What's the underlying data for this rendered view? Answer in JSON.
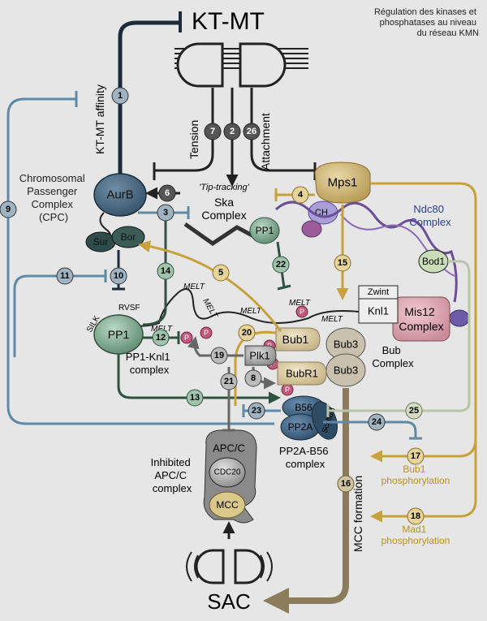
{
  "corner_title": [
    "Régulation des kinases et",
    "phosphatases au niveau",
    "du réseau KMN"
  ],
  "labels": {
    "kt_mt": "KT-MT",
    "kt_mt_affinity": "KT-MT affinity",
    "tension": "Tension",
    "attachment": "Attachment",
    "tip_tracking": "'Tip-tracking'",
    "ska": "Ska",
    "ska_complex": "Complex",
    "aurb": "AurB",
    "sur": "Sur",
    "bor": "Bor",
    "cpc": [
      "Chromosomal",
      "Passenger",
      "Complex",
      "(CPC)"
    ],
    "mps1": "Mps1",
    "ch": "CH",
    "ndc80": [
      "Ndc80",
      "Complex"
    ],
    "bod1": "Bod1",
    "zwint": "Zwint",
    "knl1": "Knl1",
    "mis12": [
      "Mis12",
      "Complex"
    ],
    "pp1": "PP1",
    "pp1_knl1": [
      "PP1-Knl1",
      "complex"
    ],
    "silk": "SILK",
    "rvsf": "RVSF",
    "melt": "MELT",
    "p": "P",
    "bub1": "Bub1",
    "bub3": "Bub3",
    "bub_complex": [
      "Bub",
      "Complex"
    ],
    "plk1": "Plk1",
    "bubr1": "BubR1",
    "b56": "B56",
    "pp2a": "PP2A",
    "scaffold": "Scaffold",
    "pp2a_b56": [
      "PP2A-B56",
      "complex"
    ],
    "apcc": "APC/C",
    "cdc20": "CDC20",
    "mcc": "MCC",
    "inhibited": [
      "Inhibited",
      "APC/C",
      "complex"
    ],
    "mcc_formation": "MCC formation",
    "bub1_phos": [
      "Bub1",
      "phosphorylation"
    ],
    "mad1_phos": [
      "Mad1",
      "phosphorylation"
    ],
    "sac": "SAC"
  },
  "pathways": [
    {
      "n": "1"
    },
    {
      "n": "2"
    },
    {
      "n": "3"
    },
    {
      "n": "4"
    },
    {
      "n": "5"
    },
    {
      "n": "6"
    },
    {
      "n": "7"
    },
    {
      "n": "8"
    },
    {
      "n": "9"
    },
    {
      "n": "10"
    },
    {
      "n": "11"
    },
    {
      "n": "12"
    },
    {
      "n": "13"
    },
    {
      "n": "14"
    },
    {
      "n": "15"
    },
    {
      "n": "16"
    },
    {
      "n": "17"
    },
    {
      "n": "18"
    },
    {
      "n": "19"
    },
    {
      "n": "20"
    },
    {
      "n": "21"
    },
    {
      "n": "22"
    },
    {
      "n": "23"
    },
    {
      "n": "24"
    },
    {
      "n": "25"
    },
    {
      "n": "26"
    }
  ],
  "colors": {
    "background": "#e6e6e6",
    "navy": "#1c2b3a",
    "steel_blue": "#5e8aa6",
    "green": "#2f5240",
    "gold": "#c7a23c",
    "taupe": "#8b7d5c",
    "pink": "#c2587e"
  }
}
